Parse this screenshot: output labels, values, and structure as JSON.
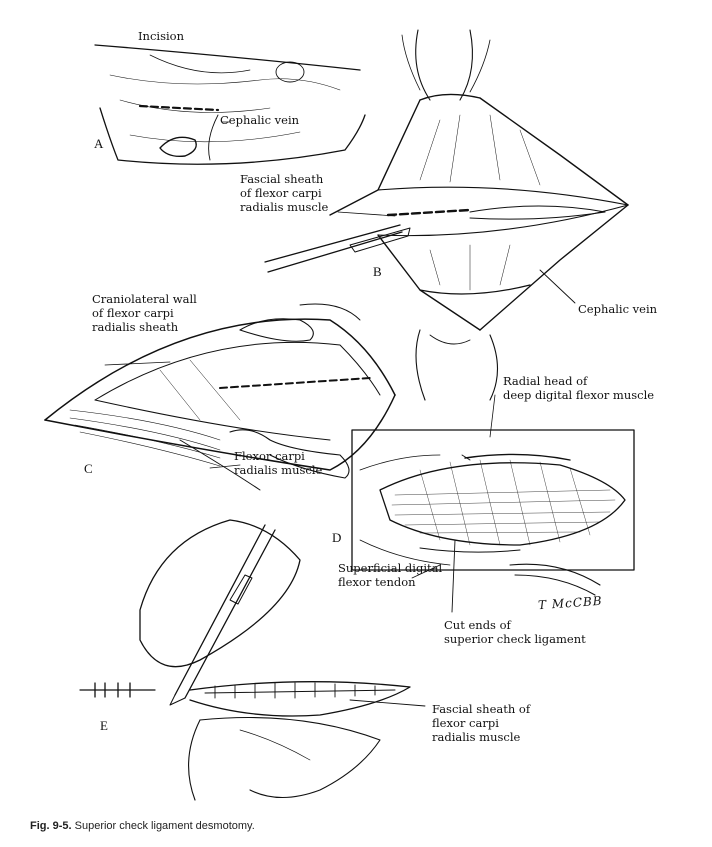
{
  "labels": {
    "incision": "Incision",
    "cephalic_vein_a": "Cephalic vein",
    "fascial_sheath_b": "Fascial sheath\nof flexor carpi\nradialis muscle",
    "cephalic_vein_b": "Cephalic vein",
    "craniolateral_wall": "Craniolateral wall\nof flexor carpi\nradialis sheath",
    "flexor_carpi_radialis": "Flexor carpi\nradialis muscle",
    "radial_head": "Radial head of\ndeep digital flexor muscle",
    "superficial_digital": "Superficial digital\nflexor tendon",
    "cut_ends": "Cut ends of\nsuperior check ligament",
    "fascial_sheath_e": "Fascial sheath of\nflexor carpi\nradialis muscle"
  },
  "panels": {
    "a": "A",
    "b": "B",
    "c": "C",
    "d": "D",
    "e": "E"
  },
  "signature": "T McCBB",
  "caption": {
    "number": "Fig. 9-5.",
    "text": "Superior check ligament desmotomy."
  }
}
